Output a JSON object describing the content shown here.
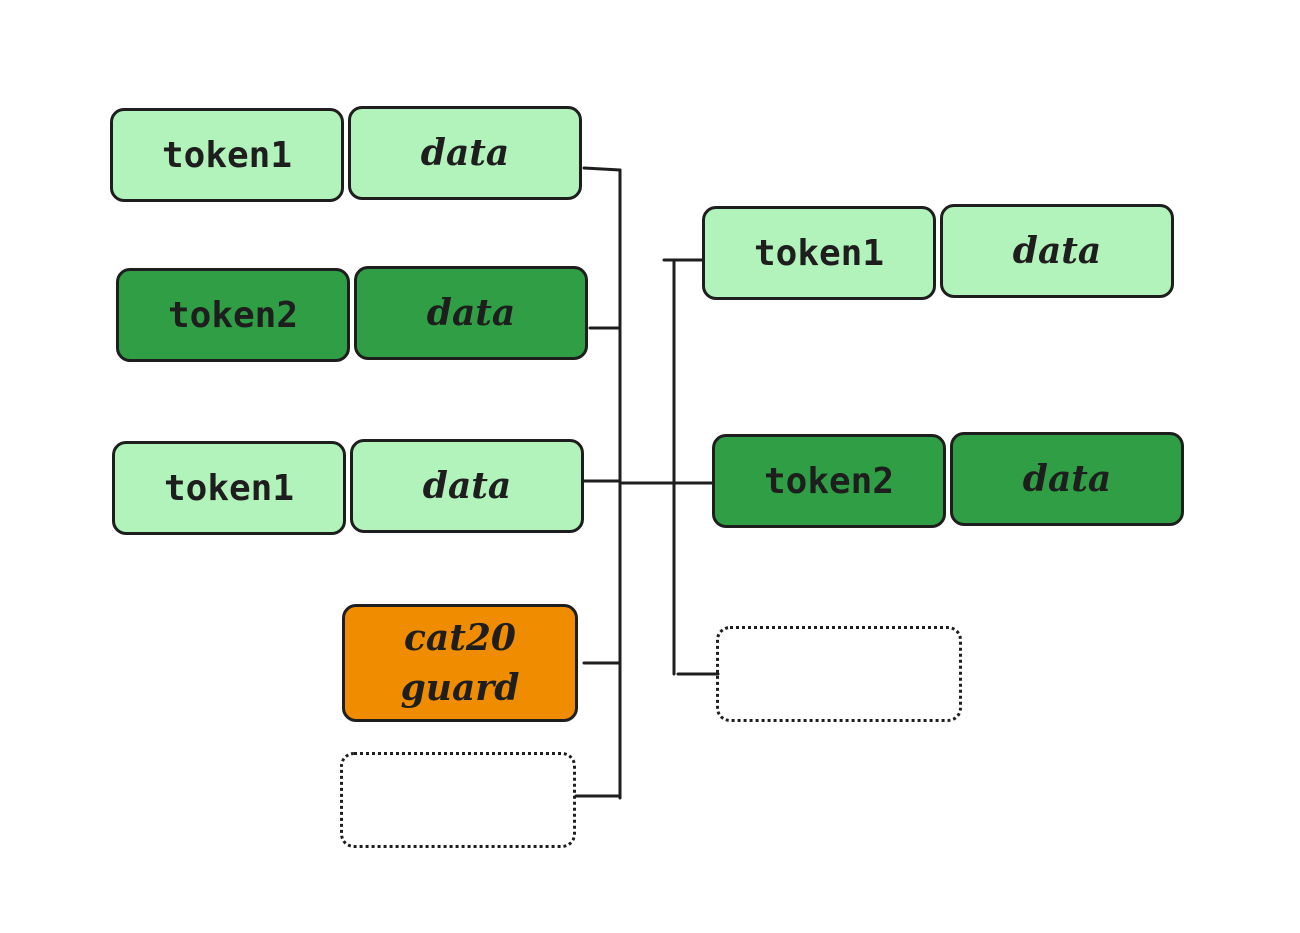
{
  "inputs": [
    {
      "token": "token1",
      "data": "data",
      "color": "#b2f2bb"
    },
    {
      "token": "token2",
      "data": "data",
      "color": "#2f9e44"
    },
    {
      "token": "token1",
      "data": "data",
      "color": "#b2f2bb"
    }
  ],
  "guard": {
    "label": "cat20\nguard",
    "color": "#f08c00"
  },
  "outputs": [
    {
      "token": "token1",
      "data": "data",
      "color": "#b2f2bb"
    },
    {
      "token": "token2",
      "data": "data",
      "color": "#2f9e44"
    }
  ]
}
